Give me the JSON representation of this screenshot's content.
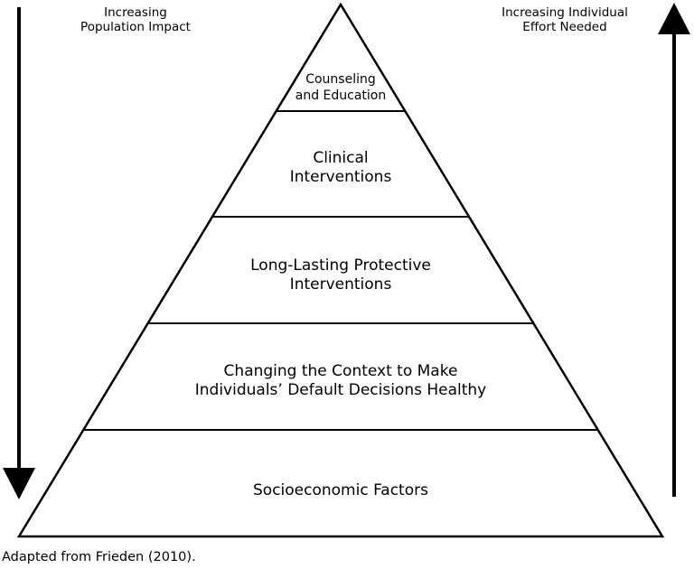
{
  "left_arrow_label": [
    "Increasing",
    "Population Impact"
  ],
  "right_arrow_label": [
    "Increasing Individual",
    "Effort Needed"
  ],
  "tiers": [
    {
      "lines": [
        "Counseling",
        "and Education"
      ]
    },
    {
      "lines": [
        "Clinical",
        "Interventions"
      ]
    },
    {
      "lines": [
        "Long-Lasting Protective",
        "Interventions"
      ]
    },
    {
      "lines": [
        "Changing the Context to Make",
        "Individuals’ Default Decisions Healthy"
      ]
    },
    {
      "lines": [
        "Socioeconomic Factors"
      ]
    }
  ],
  "caption": "Adapted from Frieden (2010).",
  "colors": {
    "stroke": "#000000",
    "fill": "#ffffff",
    "text": "#000000"
  }
}
